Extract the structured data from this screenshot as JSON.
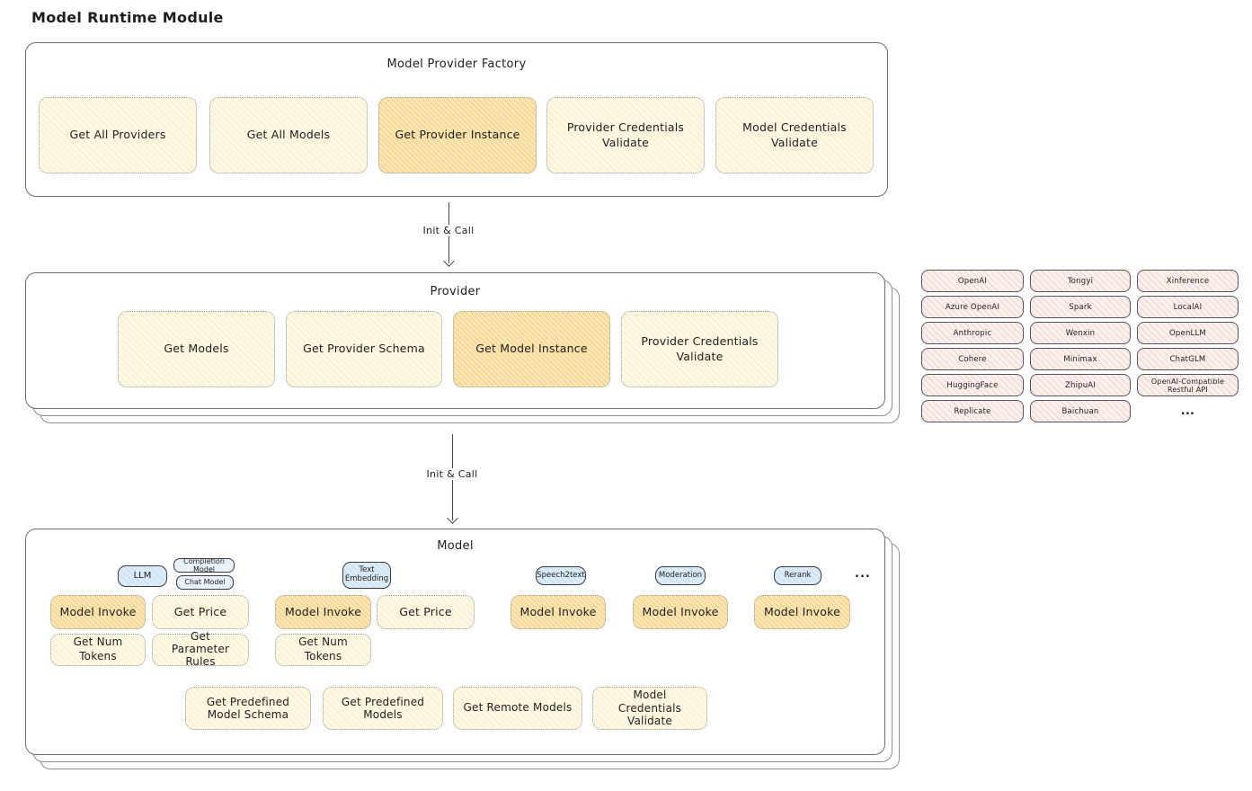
{
  "title": "Model Runtime Module",
  "colors": {
    "yellow_fill": "#FDF8E3",
    "yellow_hatch": "#F7EDC9",
    "highlight_fill": "#FAE5B3",
    "highlight_hatch": "#F2CE86",
    "pink_fill": "#FCF0EE",
    "pink_hatch": "#F2D2CC",
    "blue_fill": "#DCEBF8",
    "blue_hatch": "#C6DEF2",
    "text": "#1E1E1E"
  },
  "factory": {
    "title": "Model Provider Factory",
    "boxes": [
      "Get All Providers",
      "Get All Models",
      "Get Provider Instance",
      "Provider Credentials Validate",
      "Model Credentials Validate"
    ]
  },
  "arrows": {
    "first": "Init & Call",
    "second": "Init & Call"
  },
  "provider": {
    "title": "Provider",
    "boxes": [
      "Get Models",
      "Get Provider Schema",
      "Get Model Instance",
      "Provider Credentials Validate"
    ]
  },
  "provider_list": [
    "OpenAI",
    "Tongyi",
    "Xinference",
    "Azure OpenAI",
    "Spark",
    "LocalAI",
    "Anthropic",
    "Wenxin",
    "OpenLLM",
    "Cohere",
    "Minimax",
    "ChatGLM",
    "HuggingFace",
    "ZhipuAI",
    "OpenAI-Compatible Restful API",
    "Replicate",
    "Baichuan",
    "..."
  ],
  "model": {
    "title": "Model",
    "tags": [
      "LLM",
      "Completion Model",
      "Chat Model",
      "Text Embedding",
      "Speech2text",
      "Moderation",
      "Rerank",
      "..."
    ],
    "ops": {
      "model_invoke": "Model Invoke",
      "get_price": "Get Price",
      "get_num_tokens": "Get Num Tokens",
      "get_parameter_rules": "Get Parameter Rules"
    },
    "bottom": [
      "Get Predefined Model Schema",
      "Get Predefined Models",
      "Get Remote Models",
      "Model Credentials Validate"
    ]
  }
}
